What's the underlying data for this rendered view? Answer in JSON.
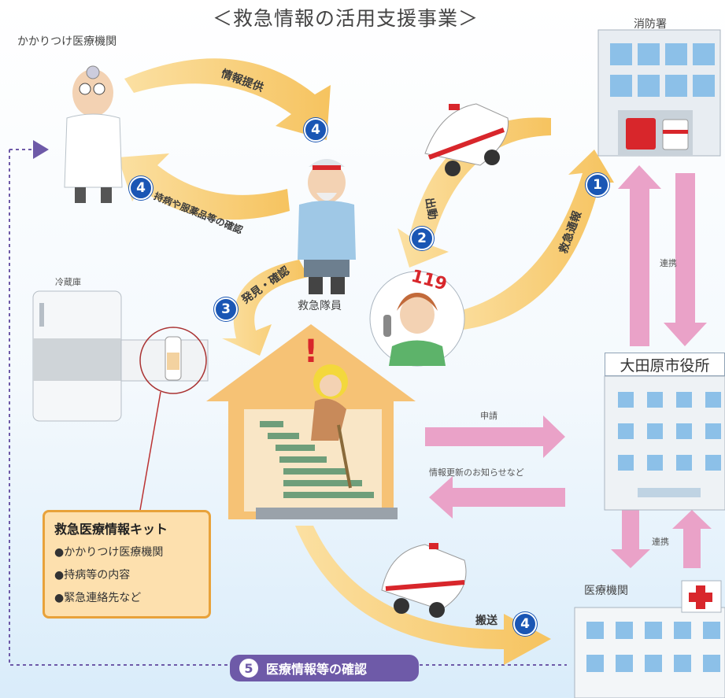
{
  "title": "＜救急情報の活用支援事業＞",
  "labels": {
    "clinic": "かかりつけ医療機関",
    "fire_station": "消防署",
    "fridge": "冷蔵庫",
    "paramedic": "救急隊員",
    "city_hall": "大田原市役所",
    "hospital": "医療機関",
    "cooperation_top": "連携",
    "cooperation_bottom": "連携",
    "application": "申請",
    "info_update": "情報更新のお知らせなど",
    "phone_number": "119"
  },
  "arrows": {
    "info_provide": "情報提供",
    "check_disease": "持病や服薬品等の確認",
    "dispatch": "出動",
    "emergency_call": "救急通報",
    "discover": "発見・確認",
    "transport": "搬送"
  },
  "badges": {
    "info_provide": "4",
    "check_disease": "4",
    "dispatch": "2",
    "emergency_call": "1",
    "discover": "3",
    "transport": "4",
    "confirm": "5"
  },
  "kit": {
    "title": "救急医療情報キット",
    "items": [
      "●かかりつけ医療機関",
      "●持病等の内容",
      "●緊急連絡先など"
    ]
  },
  "confirm_label": "医療情報等の確認",
  "colors": {
    "arrow_yellow": "#f8d07a",
    "arrow_pink": "#eaa2c8",
    "badge_blue": "#1a56b4",
    "pill_purple": "#6e5aa8",
    "house_orange": "#f6c275",
    "ambulance_red": "#d8262b"
  }
}
